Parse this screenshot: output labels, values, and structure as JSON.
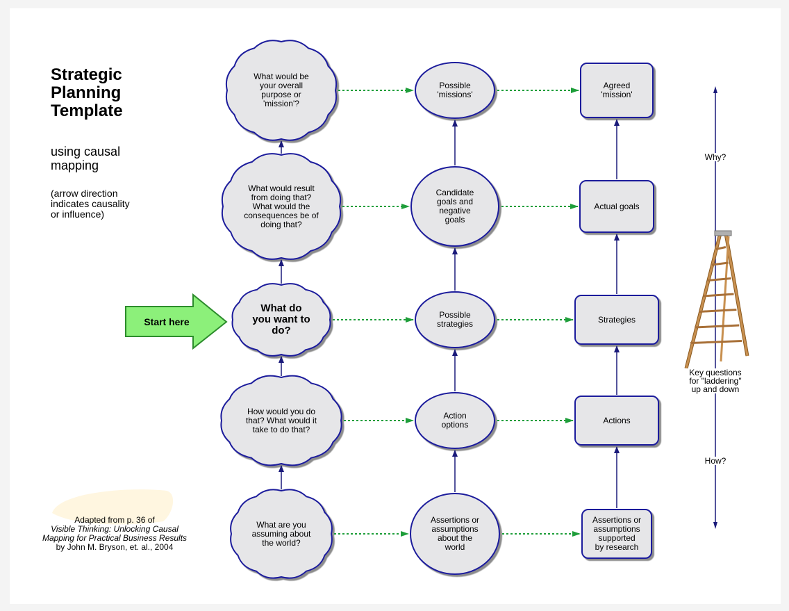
{
  "title": [
    "Strategic",
    "Planning",
    "Template"
  ],
  "subtitle": [
    "using causal",
    "mapping"
  ],
  "note": [
    "(arrow direction",
    "indicates causality",
    "or influence)"
  ],
  "citation": {
    "line1": "Adapted from p. 36 of",
    "book": "Visible Thinking: Unlocking Causal Mapping for Practical Business Results",
    "rest": "by John M. Bryson, et. al., 2004"
  },
  "start_label": "Start here",
  "questions": [
    {
      "text": "What would be\nyour overall\npurpose or\n'mission'?"
    },
    {
      "text": "What would result\nfrom doing that?\nWhat would the\nconsequences be of\ndoing that?"
    },
    {
      "text": "What do\nyou want to\ndo?"
    },
    {
      "text": "How would you do\nthat? What would it\ntake to do that?"
    },
    {
      "text": "What are you\nassuming about\nthe world?"
    }
  ],
  "options": [
    {
      "text": "Possible\n'missions'"
    },
    {
      "text": "Candidate\ngoals and\nnegative\ngoals"
    },
    {
      "text": "Possible\nstrategies"
    },
    {
      "text": "Action\noptions"
    },
    {
      "text": "Assertions or\nassumptions\nabout the\nworld"
    }
  ],
  "outcomes": [
    {
      "text": "Agreed\n'mission'"
    },
    {
      "text": "Actual goals"
    },
    {
      "text": "Strategies"
    },
    {
      "text": "Actions"
    },
    {
      "text": "Assertions or\nassumptions\nsupported\nby research"
    }
  ],
  "side": {
    "why": "Why?",
    "how": "How?",
    "key_questions": "Key questions\nfor \"laddering\"\nup and down"
  },
  "colors": {
    "node_fill": "#e6e6e8",
    "node_stroke": "#1c1c9c",
    "arrow_blue": "#1a1a7a",
    "dotted_green": "#1e9e3a",
    "start_fill": "#8cf07a",
    "start_stroke": "#2c8c2c",
    "ladder_wood": "#c89050"
  }
}
